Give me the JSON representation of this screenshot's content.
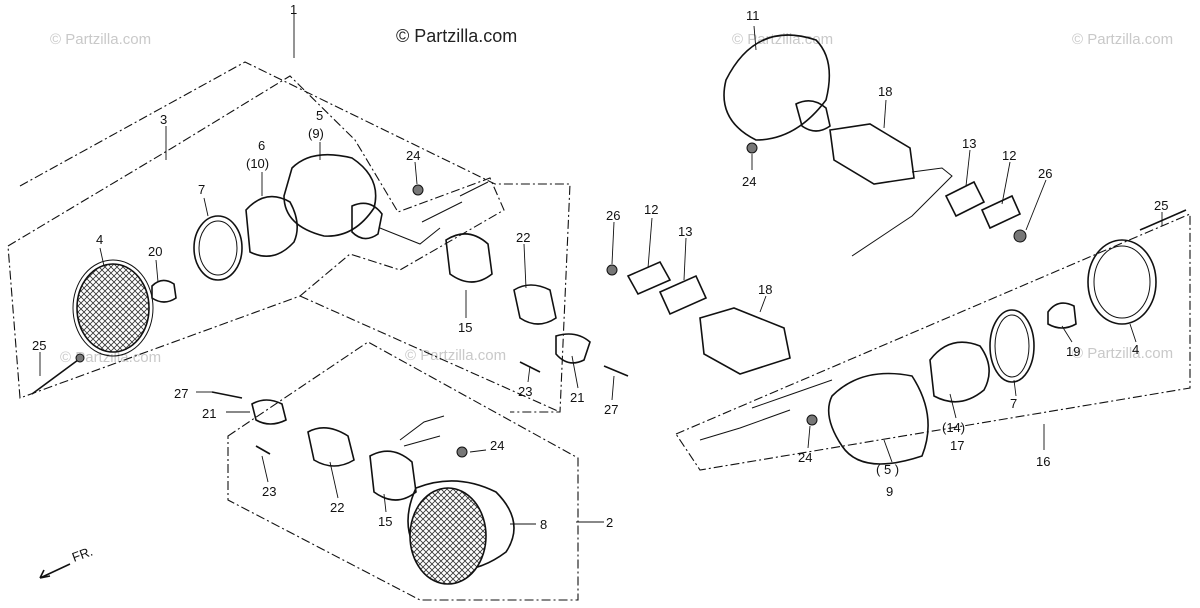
{
  "watermark": {
    "main": "© Partzilla.com",
    "faint": "© Partzilla.com"
  },
  "front_label": "FR.",
  "callouts": {
    "c1": "1",
    "c2": "2",
    "c3": "3",
    "c4_left": "4",
    "c4_right": "4",
    "c5": "5",
    "c9_paren": "(9)",
    "c6": "6",
    "c10_paren": "(10)",
    "c7_left": "7",
    "c7_right": "7",
    "c8": "8",
    "c5_paren": "( 5 )",
    "c9": "9",
    "c11": "11",
    "c12_mid": "12",
    "c12_right": "12",
    "c13_mid": "13",
    "c13_right": "13",
    "c14_paren": "(14)",
    "c15_upper": "15",
    "c15_lower": "15",
    "c16": "16",
    "c17": "17",
    "c18_top": "18",
    "c18_mid": "18",
    "c19": "19",
    "c20": "20",
    "c21_mid": "21",
    "c21_left": "21",
    "c22_upper": "22",
    "c22_lower": "22",
    "c23_upper": "23",
    "c23_lower": "23",
    "c24_upper": "24",
    "c24_right_top": "24",
    "c24_lower": "24",
    "c24_right_bottom": "24",
    "c25_left": "25",
    "c25_right": "25",
    "c26_mid": "26",
    "c26_right": "26",
    "c27_left": "27",
    "c27_mid": "27"
  }
}
